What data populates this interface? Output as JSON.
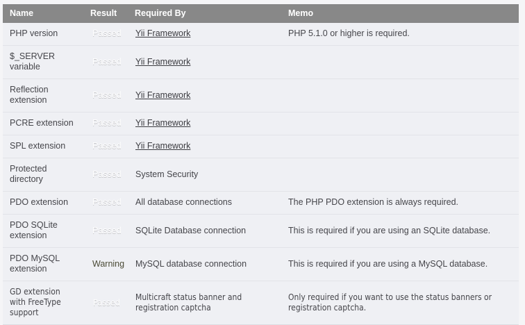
{
  "table": {
    "columns": [
      {
        "key": "name",
        "label": "Name"
      },
      {
        "key": "result",
        "label": "Result"
      },
      {
        "key": "reqby",
        "label": "Required By"
      },
      {
        "key": "memo",
        "label": "Memo"
      }
    ],
    "colors": {
      "header_bg": "#888888",
      "header_text": "#ffffff",
      "row_bg": "#eff0f4",
      "row_border": "#e2e3e8",
      "passed_bg": "#5bbc5b",
      "passed_text": "#ffffff",
      "warning_bg": "#ffffcc",
      "warning_text": "#4a4a35",
      "link_text": "#3c3c41",
      "page_bg": "#f5f5f7"
    },
    "rows": [
      {
        "name": "PHP version",
        "result": "Passed",
        "status": "passed",
        "reqby": "Yii Framework",
        "reqby_is_link": true,
        "memo": "PHP 5.1.0 or higher is required."
      },
      {
        "name": "$_SERVER variable",
        "result": "Passed",
        "status": "passed",
        "reqby": "Yii Framework",
        "reqby_is_link": true,
        "memo": ""
      },
      {
        "name": "Reflection extension",
        "result": "Passed",
        "status": "passed",
        "reqby": "Yii Framework",
        "reqby_is_link": true,
        "memo": ""
      },
      {
        "name": "PCRE extension",
        "result": "Passed",
        "status": "passed",
        "reqby": "Yii Framework",
        "reqby_is_link": true,
        "memo": ""
      },
      {
        "name": "SPL extension",
        "result": "Passed",
        "status": "passed",
        "reqby": "Yii Framework",
        "reqby_is_link": true,
        "memo": ""
      },
      {
        "name": "Protected directory",
        "result": "Passed",
        "status": "passed",
        "reqby": "System Security",
        "reqby_is_link": false,
        "memo": ""
      },
      {
        "name": "PDO extension",
        "result": "Passed",
        "status": "passed",
        "reqby": "All database connections",
        "reqby_is_link": false,
        "memo": "The PHP PDO extension is always required."
      },
      {
        "name": "PDO SQLite extension",
        "result": "Passed",
        "status": "passed",
        "reqby": "SQLite Database connection",
        "reqby_is_link": false,
        "memo": "This is required if you are using an SQLite database."
      },
      {
        "name": "PDO MySQL extension",
        "result": "Warning",
        "status": "warning",
        "reqby": "MySQL database connection",
        "reqby_is_link": false,
        "memo": "This is required if you are using a MySQL database."
      },
      {
        "name": "GD extension with FreeType support",
        "result": "Passed",
        "status": "passed",
        "reqby": "Multicraft status banner and registration captcha",
        "reqby_is_link": false,
        "memo": "Only required if you want to use the status banners or registration captcha.",
        "condensed": true
      }
    ]
  }
}
